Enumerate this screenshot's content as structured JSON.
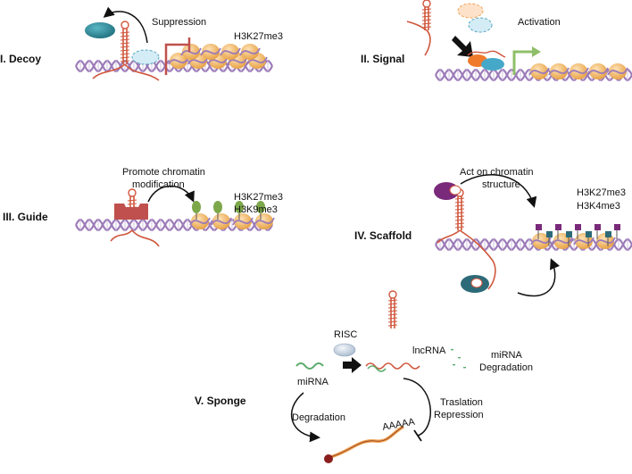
{
  "panels": {
    "decoy": {
      "title": "I. Decoy",
      "effect": "Suppression",
      "mark": "H3K27me3"
    },
    "signal": {
      "title": "II. Signal",
      "effect": "Activation"
    },
    "guide": {
      "title": "III. Guide",
      "effect_line1": "Promote chromatin",
      "effect_line2": "modification",
      "mark1": "H3K27me3",
      "mark2": "H3K9me3"
    },
    "scaffold": {
      "title": "IV. Scaffold",
      "effect_line1": "Act on chromatin",
      "effect_line2": "structure",
      "mark1": "H3K27me3",
      "mark2": "H3K4me3"
    },
    "sponge": {
      "title": "V. Sponge",
      "risc": "RISC",
      "lncrna": "lncRNA",
      "mirna": "miRNA",
      "mirna_deg_line1": "miRNA",
      "mirna_deg_line2": "Degradation",
      "degradation": "Degradation",
      "translation_line1": "Traslation",
      "translation_line2": "Repression",
      "polya": "AAAAA"
    }
  },
  "colors": {
    "dna": "#9c7bb8",
    "nucleosome": "#f2b766",
    "rna": "#d0563c",
    "teal": "#2f8a99",
    "signal_blue": "#45a8c9",
    "orange": "#ef7a2b",
    "red_repress": "#c0504d",
    "green_arrow": "#8fbf6a",
    "guide_red": "#c0504d",
    "guide_green": "#7da84a",
    "scaffold_purple": "#7a2a7a",
    "scaffold_teal": "#2d6a78",
    "mirna_green": "#5aab6b",
    "orange_rna": "#f0a050",
    "dark_red": "#8a1e1e",
    "risc_grey": "#c9d4e4"
  }
}
